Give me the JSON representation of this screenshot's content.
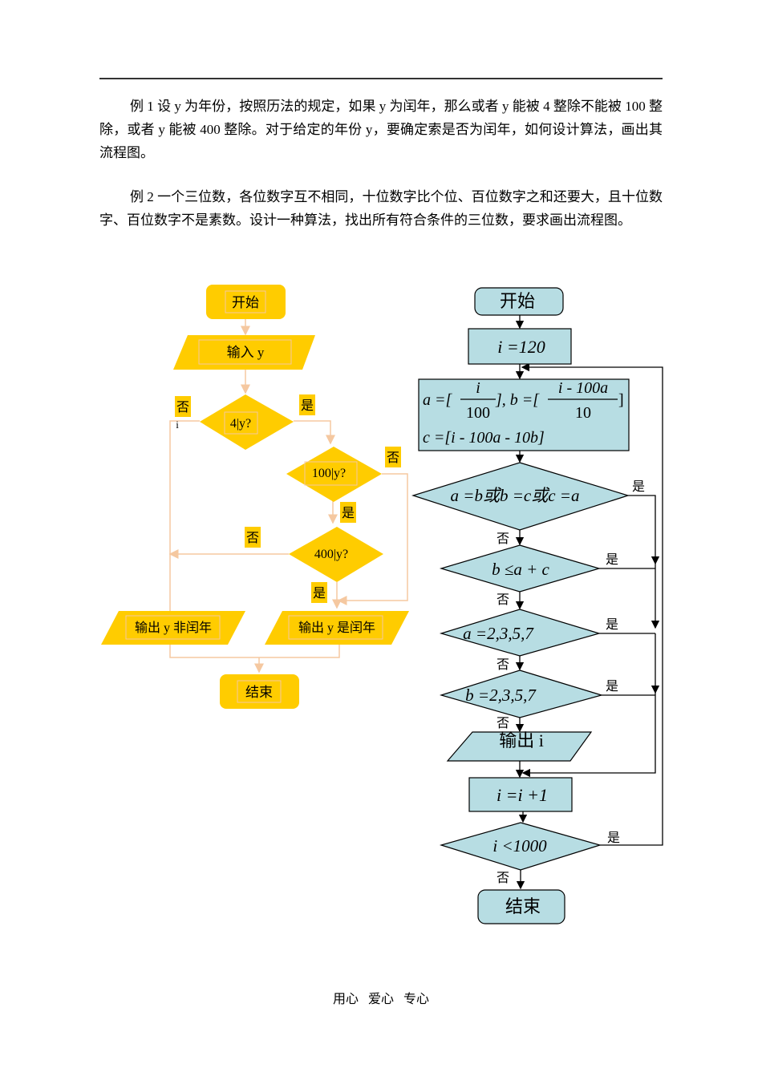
{
  "example1": "例 1  设 y 为年份，按照历法的规定，如果 y 为闰年，那么或者 y 能被 4 整除不能被 100 整除，或者 y 能被 400 整除。对于给定的年份 y，要确定索是否为闰年，如何设计算法，画出其流程图。",
  "example2": "例 2  一个三位数，各位数字互不相同，十位数字比个位、百位数字之和还要大，且十位数字、百位数字不是素数。设计一种算法，找出所有符合条件的三位数，要求画出流程图。",
  "flow1": {
    "start": "开始",
    "input": "输入 y",
    "cond1": "4|y?",
    "cond2": "100|y?",
    "cond3": "400|y?",
    "yes": "是",
    "no": "否",
    "stray_i": "i",
    "out_not_leap": "输出 y 非闰年",
    "out_leap": "输出 y 是闰年",
    "end": "结束",
    "colors": {
      "fill": "#FFCC00",
      "line": "#F5C8A0"
    }
  },
  "flow2": {
    "start": "开始",
    "init": "i =120",
    "assign_a_label": "a =[",
    "assign_a_num": "i",
    "assign_a_den": "100",
    "assign_b_label": "], b =[",
    "assign_b_num": "i - 100a",
    "assign_b_den": "10",
    "assign_close": "]",
    "assign_c": "c =[i - 100a - 10b]",
    "cond1": "a =b或b =c或c =a",
    "cond2": "b ≤a + c",
    "cond3": "a =2,3,5,7",
    "cond4": "b =2,3,5,7",
    "output": "输出 i",
    "incr": "i =i +1",
    "cond5": "i <1000",
    "end": "结束",
    "yes": "是",
    "no": "否",
    "colors": {
      "fill": "#B7DDE3",
      "stroke": "#000000"
    }
  },
  "footer": [
    "用心",
    "爱心",
    "专心"
  ]
}
